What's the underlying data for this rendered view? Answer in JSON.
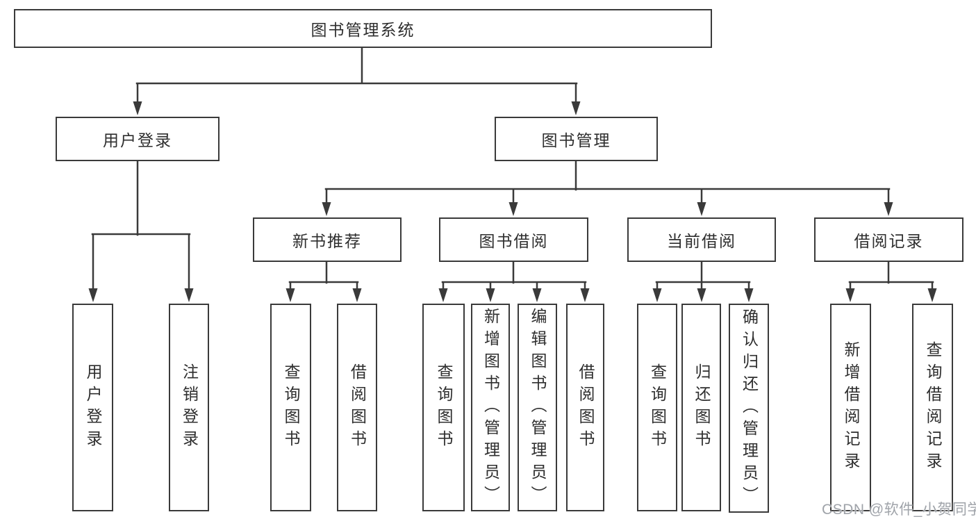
{
  "diagram": {
    "watermark": "CSDN @软件_小贺同学",
    "colors": {
      "line": "#3a3a3a",
      "text": "#2e2e2e",
      "background": "#ffffff",
      "watermark": "#9fa3a9"
    },
    "tree": {
      "root": {
        "label": "图书管理系统"
      },
      "branches": [
        {
          "label": "用户登录",
          "children": [
            {
              "label": "用户登录"
            },
            {
              "label": "注销登录"
            }
          ]
        },
        {
          "label": "图书管理",
          "children": [
            {
              "label": "新书推荐",
              "children": [
                {
                  "label": "查询图书"
                },
                {
                  "label": "借阅图书"
                }
              ]
            },
            {
              "label": "图书借阅",
              "children": [
                {
                  "label": "查询图书"
                },
                {
                  "label": "新增图书（管理员）"
                },
                {
                  "label": "编辑图书（管理员）"
                },
                {
                  "label": "借阅图书"
                }
              ]
            },
            {
              "label": "当前借阅",
              "children": [
                {
                  "label": "查询图书"
                },
                {
                  "label": "归还图书"
                },
                {
                  "label": "确认归还（管理员）"
                }
              ]
            },
            {
              "label": "借阅记录",
              "children": [
                {
                  "label": "新增借阅记录"
                },
                {
                  "label": "查询借阅记录"
                }
              ]
            }
          ]
        }
      ]
    }
  }
}
